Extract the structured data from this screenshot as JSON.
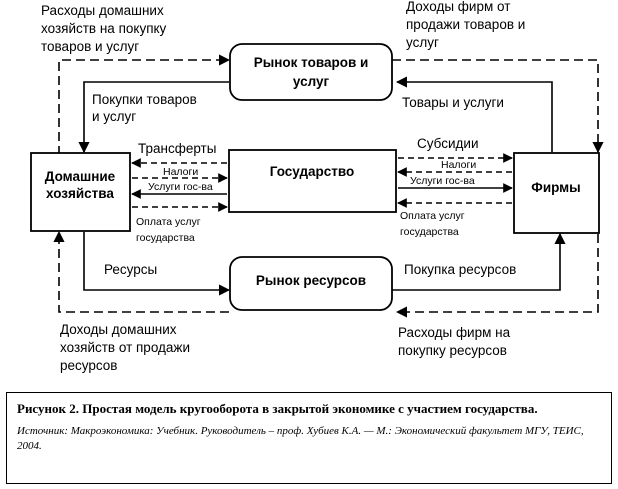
{
  "boxes": {
    "goods_market_line1": "Рынок товаров и",
    "goods_market_line2": "услуг",
    "households_line1": "Домашние",
    "households_line2": "хозяйства",
    "government": "Государство",
    "firms": "Фирмы",
    "resource_market": "Рынок ресурсов"
  },
  "labels": {
    "household_spending": [
      "Расходы домашних",
      "хозяйств на покупку",
      "товаров и услуг"
    ],
    "firm_revenue": [
      "Доходы фирм от",
      "продажи товаров и",
      "услуг"
    ],
    "purchases": [
      "Покупки товаров",
      "и услуг"
    ],
    "goods_services": "Товары и услуги",
    "transfers": "Трансферты",
    "hh_taxes": "Налоги",
    "hh_gov_services": "Услуги гос-ва",
    "hh_pay_services": [
      "Оплата услуг",
      "государства"
    ],
    "subsidies": "Субсидии",
    "firm_taxes": "Налоги",
    "firm_gov_services": "Услуги гос-ва",
    "firm_pay_services": [
      "Оплата услуг",
      "государства"
    ],
    "resources": "Ресурсы",
    "resource_purchase": "Покупка ресурсов",
    "household_income": [
      "Доходы домашних",
      "хозяйств от продажи",
      "ресурсов"
    ],
    "firm_spending": [
      "Расходы фирм на",
      "покупку ресурсов"
    ]
  },
  "caption": {
    "title": "Рисунок 2. Простая модель кругооборота в закрытой экономике с участием государ­ства.",
    "source": "Источник: Макроэкономика: Учебник. Руководитель – проф. Хубиев К.А. — М.: Экономический факультет МГУ, ТЕИС, 2004."
  }
}
